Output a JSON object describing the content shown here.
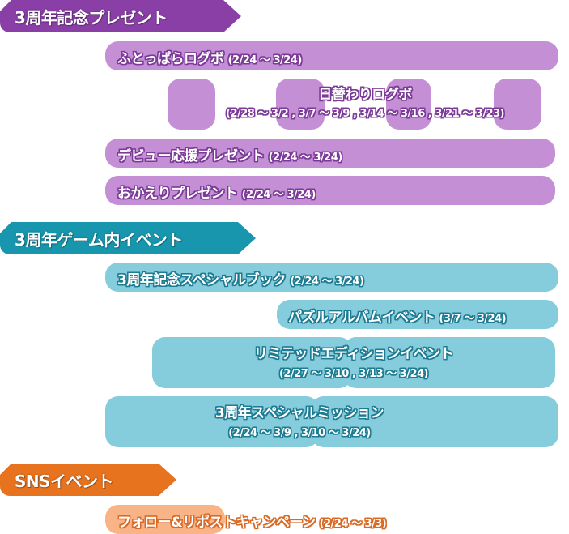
{
  "sections": {
    "anniversary_present": {
      "title": "3周年記念プレゼント",
      "color": "#8a3fa7",
      "items": {
        "login_bonus": {
          "label": "ふとっぱらログボ",
          "period": "(2/24 ～ 3/24)"
        },
        "daily_login": {
          "label": "日替わりログボ",
          "period": "(2/28 ～ 3/2 , 3/7 ～ 3/9 , 3/14 ～ 3/16 , 3/21 ～ 3/23)"
        },
        "debut_support": {
          "label": "デビュー応援プレゼント",
          "period": "(2/24 ～ 3/24)"
        },
        "welcome_back": {
          "label": "おかえりプレゼント",
          "period": "(2/24 ～ 3/24)"
        }
      }
    },
    "ingame_event": {
      "title": "3周年ゲーム内イベント",
      "color": "#1796ae",
      "items": {
        "special_book": {
          "label": "3周年記念スペシャルブック",
          "period": "(2/24 ～ 3/24)"
        },
        "puzzle_album": {
          "label": "パズルアルバムイベント",
          "period": "(3/7 ～ 3/24)"
        },
        "limited_edition": {
          "label": "リミテッドエディションイベント",
          "period": "(2/27 ～ 3/10 , 3/13 ～ 3/24)"
        },
        "special_mission": {
          "label": "3周年スペシャルミッション",
          "period": "(2/24 ～ 3/9 , 3/10 ～ 3/24)"
        }
      }
    },
    "sns_event": {
      "title": "SNSイベント",
      "color": "#e8731e",
      "items": {
        "follow_repost": {
          "label": "フォロー&リポストキャンペーン",
          "period": "(2/24 ～ 3/3)"
        }
      }
    }
  }
}
